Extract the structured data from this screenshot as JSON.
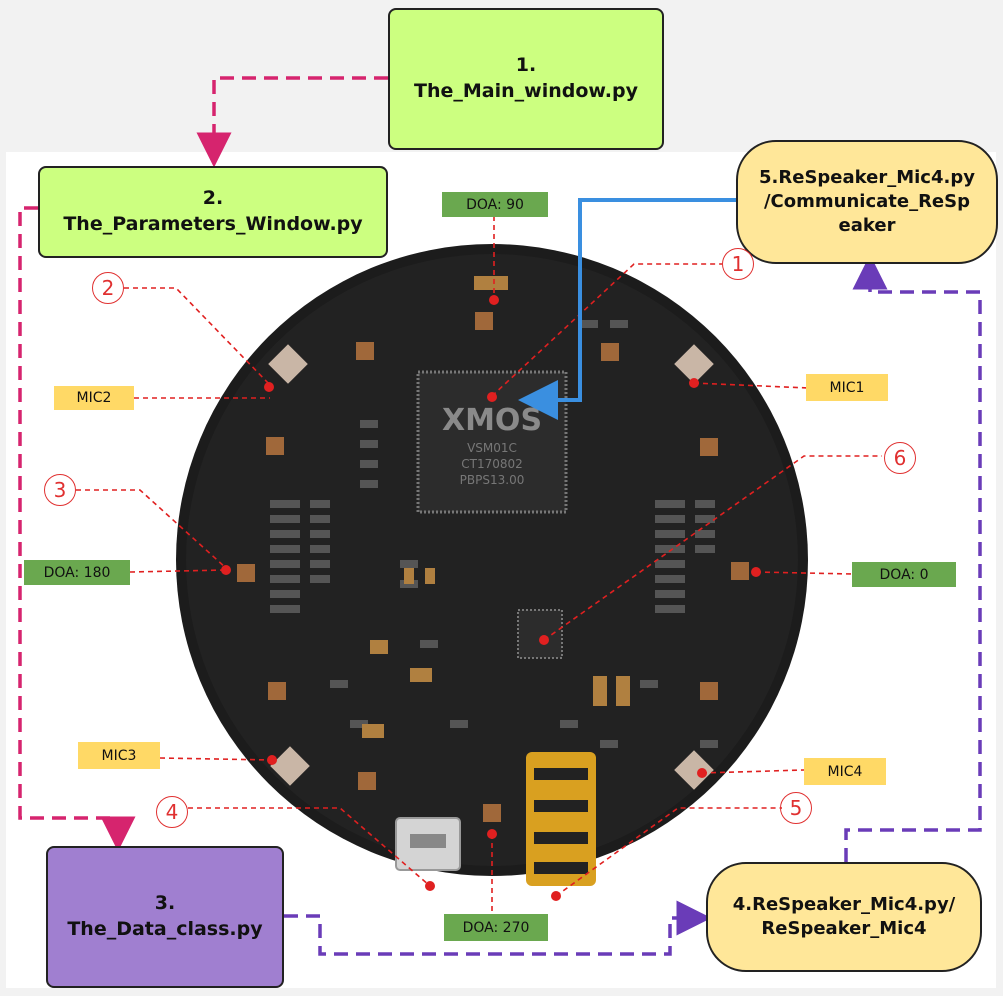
{
  "boxes": {
    "main_window": "1.\nThe_Main_window.py",
    "parameters_window": "2.\nThe_Parameters_Window.py",
    "data_class": "3.\nThe_Data_class.py",
    "respeaker_class": "4.ReSpeaker_Mic4.py/\nReSpeaker_Mic4",
    "communicate": "5.ReSpeaker_Mic4.py\n/Communicate_ReSp\neaker"
  },
  "doa_labels": {
    "d90": "DOA: 90",
    "d180": "DOA: 180",
    "d0": "DOA: 0",
    "d270": "DOA: 270"
  },
  "mic_labels": {
    "mic1": "MIC1",
    "mic2": "MIC2",
    "mic3": "MIC3",
    "mic4": "MIC4"
  },
  "markers": [
    "1",
    "2",
    "3",
    "4",
    "5",
    "6"
  ],
  "chip": {
    "brand": "XMOS",
    "lines": [
      "VSM01C",
      "CT170802",
      "PBPS13.00"
    ]
  },
  "colors": {
    "box_green": "#ccff80",
    "box_purple": "#a07fd0",
    "box_yellow": "#ffe799",
    "doa_tag": "#6aa84f",
    "mic_tag": "#ffd966",
    "arrow_pink": "#d6246e",
    "arrow_purple": "#6a3cb8",
    "arrow_blue": "#3a8fe0",
    "leader_red": "#e02020",
    "board": "#1c1c1c"
  },
  "icons": [
    "circuit-board-icon",
    "usb-port-icon",
    "audio-jack-icon",
    "microphone-icon"
  ]
}
